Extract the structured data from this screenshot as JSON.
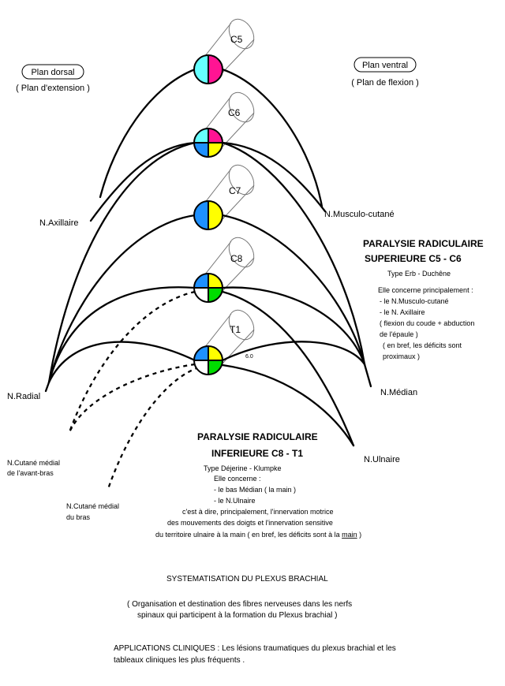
{
  "planes": {
    "dorsal": {
      "label": "Plan dorsal",
      "sub": "( Plan d'extension )"
    },
    "ventral": {
      "label": "Plan ventral",
      "sub": "( Plan de flexion )"
    }
  },
  "roots": [
    {
      "label": "C5",
      "quadrants": {
        "tl": "#66ffff",
        "tr": "#ff1493",
        "bl": "#66ffff",
        "br": "#ff1493"
      }
    },
    {
      "label": "C6",
      "quadrants": {
        "tl": "#66ffff",
        "tr": "#ff1493",
        "bl": "#1e90ff",
        "br": "#ffff00"
      }
    },
    {
      "label": "C7",
      "quadrants": {
        "tl": "#1e90ff",
        "tr": "#ffff00",
        "bl": "#1e90ff",
        "br": "#ffff00"
      }
    },
    {
      "label": "C8",
      "quadrants": {
        "tl": "#1e90ff",
        "tr": "#ffff00",
        "bl": "#ffffff",
        "br": "#00dd00"
      }
    },
    {
      "label": "T1",
      "quadrants": {
        "tl": "#1e90ff",
        "tr": "#ffff00",
        "bl": "#ffffff",
        "br": "#00dd00"
      }
    }
  ],
  "small_note": "6.0",
  "nerves": {
    "axillaire": "N.Axillaire",
    "musculo": "N.Musculo-cutané",
    "radial": "N.Radial",
    "median": "N.Médian",
    "ulnaire": "N.Ulnaire",
    "cutane_avbras": [
      "N.Cutané médial",
      "de l'avant-bras"
    ],
    "cutane_bras": [
      "N.Cutané médial",
      "du bras"
    ]
  },
  "superior": {
    "title1": "PARALYSIE RADICULAIRE",
    "title2": "SUPERIEURE   C5 - C6",
    "type": "Type Erb - Duchêne",
    "lines": [
      "Elle concerne principalement :",
      "- le N.Musculo-cutané",
      "- le N. Axillaire",
      "( flexion du coude + abduction",
      "de l'épaule )",
      "( en bref, les déficits sont",
      "proximaux )"
    ]
  },
  "inferior": {
    "title1": "PARALYSIE RADICULAIRE",
    "title2": "INFERIEURE   C8 - T1",
    "type": "Type Déjerine - Klumpke",
    "lines": [
      "Elle concerne :",
      "- le bas Médian ( la main )",
      "- le N.Ulnaire",
      "c'est à dire, principalement,  l'innervation motrice",
      "des mouvements des doigts  et  l'innervation sensitive"
    ],
    "last_line_prefix": "du territoire ulnaire à la main  ( en bref, les déficits sont à la ",
    "last_line_underlined": "main",
    "last_line_suffix": " )"
  },
  "footer": {
    "heading": "SYSTEMATISATION DU PLEXUS BRACHIAL",
    "desc1": "( Organisation et destination des fibres nerveuses dans les nerfs",
    "desc2": "spinaux qui participent à la formation du Plexus brachial )",
    "app1": "APPLICATIONS CLINIQUES :  Les lésions traumatiques du plexus brachial et les",
    "app2": "tableaux cliniques les plus fréquents ."
  }
}
